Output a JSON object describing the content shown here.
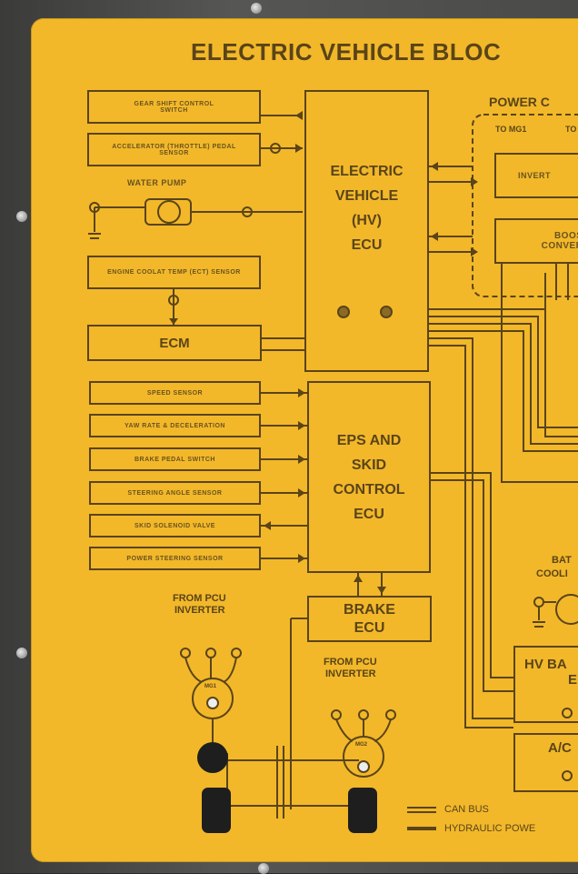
{
  "title": "ELECTRIC VEHICLE BLOC",
  "power_control": {
    "label": "POWER C",
    "to_mg1": "TO MG1",
    "to_partial": "TO"
  },
  "inverter": "INVERT",
  "boost": [
    "BOOST",
    "CONVERT"
  ],
  "hv_ecu": [
    "ELECTRIC",
    "VEHICLE",
    "(HV)",
    "ECU"
  ],
  "eps_ecu": [
    "EPS AND",
    "SKID",
    "CONTROL",
    "ECU"
  ],
  "brake_ecu": [
    "BRAKE",
    "ECU"
  ],
  "ecm": "ECM",
  "left_inputs_top": [
    {
      "label": "GEAR SHIFT CONTROL SWITCH"
    },
    {
      "label": "ACCELERATOR (THROTTLE) PEDAL SENSOR"
    }
  ],
  "water_pump": "WATER PUMP",
  "coolant_sensor": "ENGINE COOLAT TEMP (ECT) SENSOR",
  "eps_inputs": [
    "SPEED SENSOR",
    "YAW RATE & DECELERATION",
    "BRAKE PEDAL SWITCH",
    "STEERING ANGLE SENSOR",
    "SKID SOLENOID VALVE",
    "POWER STEERING SENSOR"
  ],
  "from_pcu_1": [
    "FROM PCU",
    "INVERTER"
  ],
  "from_pcu_2": [
    "FROM PCU",
    "INVERTER"
  ],
  "mg1": "MG1",
  "mg2": "MG2",
  "battery_cooling": [
    "BAT",
    "COOLI"
  ],
  "hv_battery": [
    "HV BA",
    "E"
  ],
  "ac": "A/C",
  "legend": [
    {
      "label": "CAN BUS"
    },
    {
      "label": "HYDRAULIC POWE"
    }
  ],
  "colors": {
    "board": "#f2b82a",
    "ink": "#5a4418",
    "frame": "#4a4a48"
  }
}
